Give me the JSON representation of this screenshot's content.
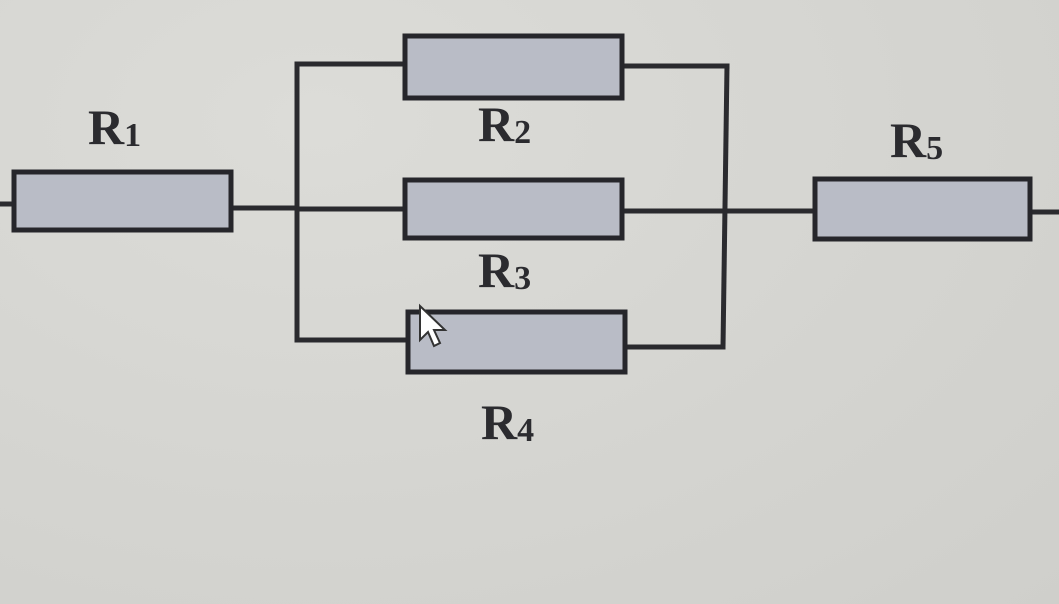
{
  "diagram": {
    "resistors": [
      {
        "id": "r1",
        "letter": "R",
        "index": "1"
      },
      {
        "id": "r2",
        "letter": "R",
        "index": "2"
      },
      {
        "id": "r3",
        "letter": "R",
        "index": "3"
      },
      {
        "id": "r4",
        "letter": "R",
        "index": "4"
      },
      {
        "id": "r5",
        "letter": "R",
        "index": "5"
      }
    ],
    "colors": {
      "resistor_fill": "#b9bcc6",
      "wire": "#2a2a2e",
      "background": "#d6d6d2"
    },
    "cursor_icon": "mouse-pointer-icon"
  }
}
